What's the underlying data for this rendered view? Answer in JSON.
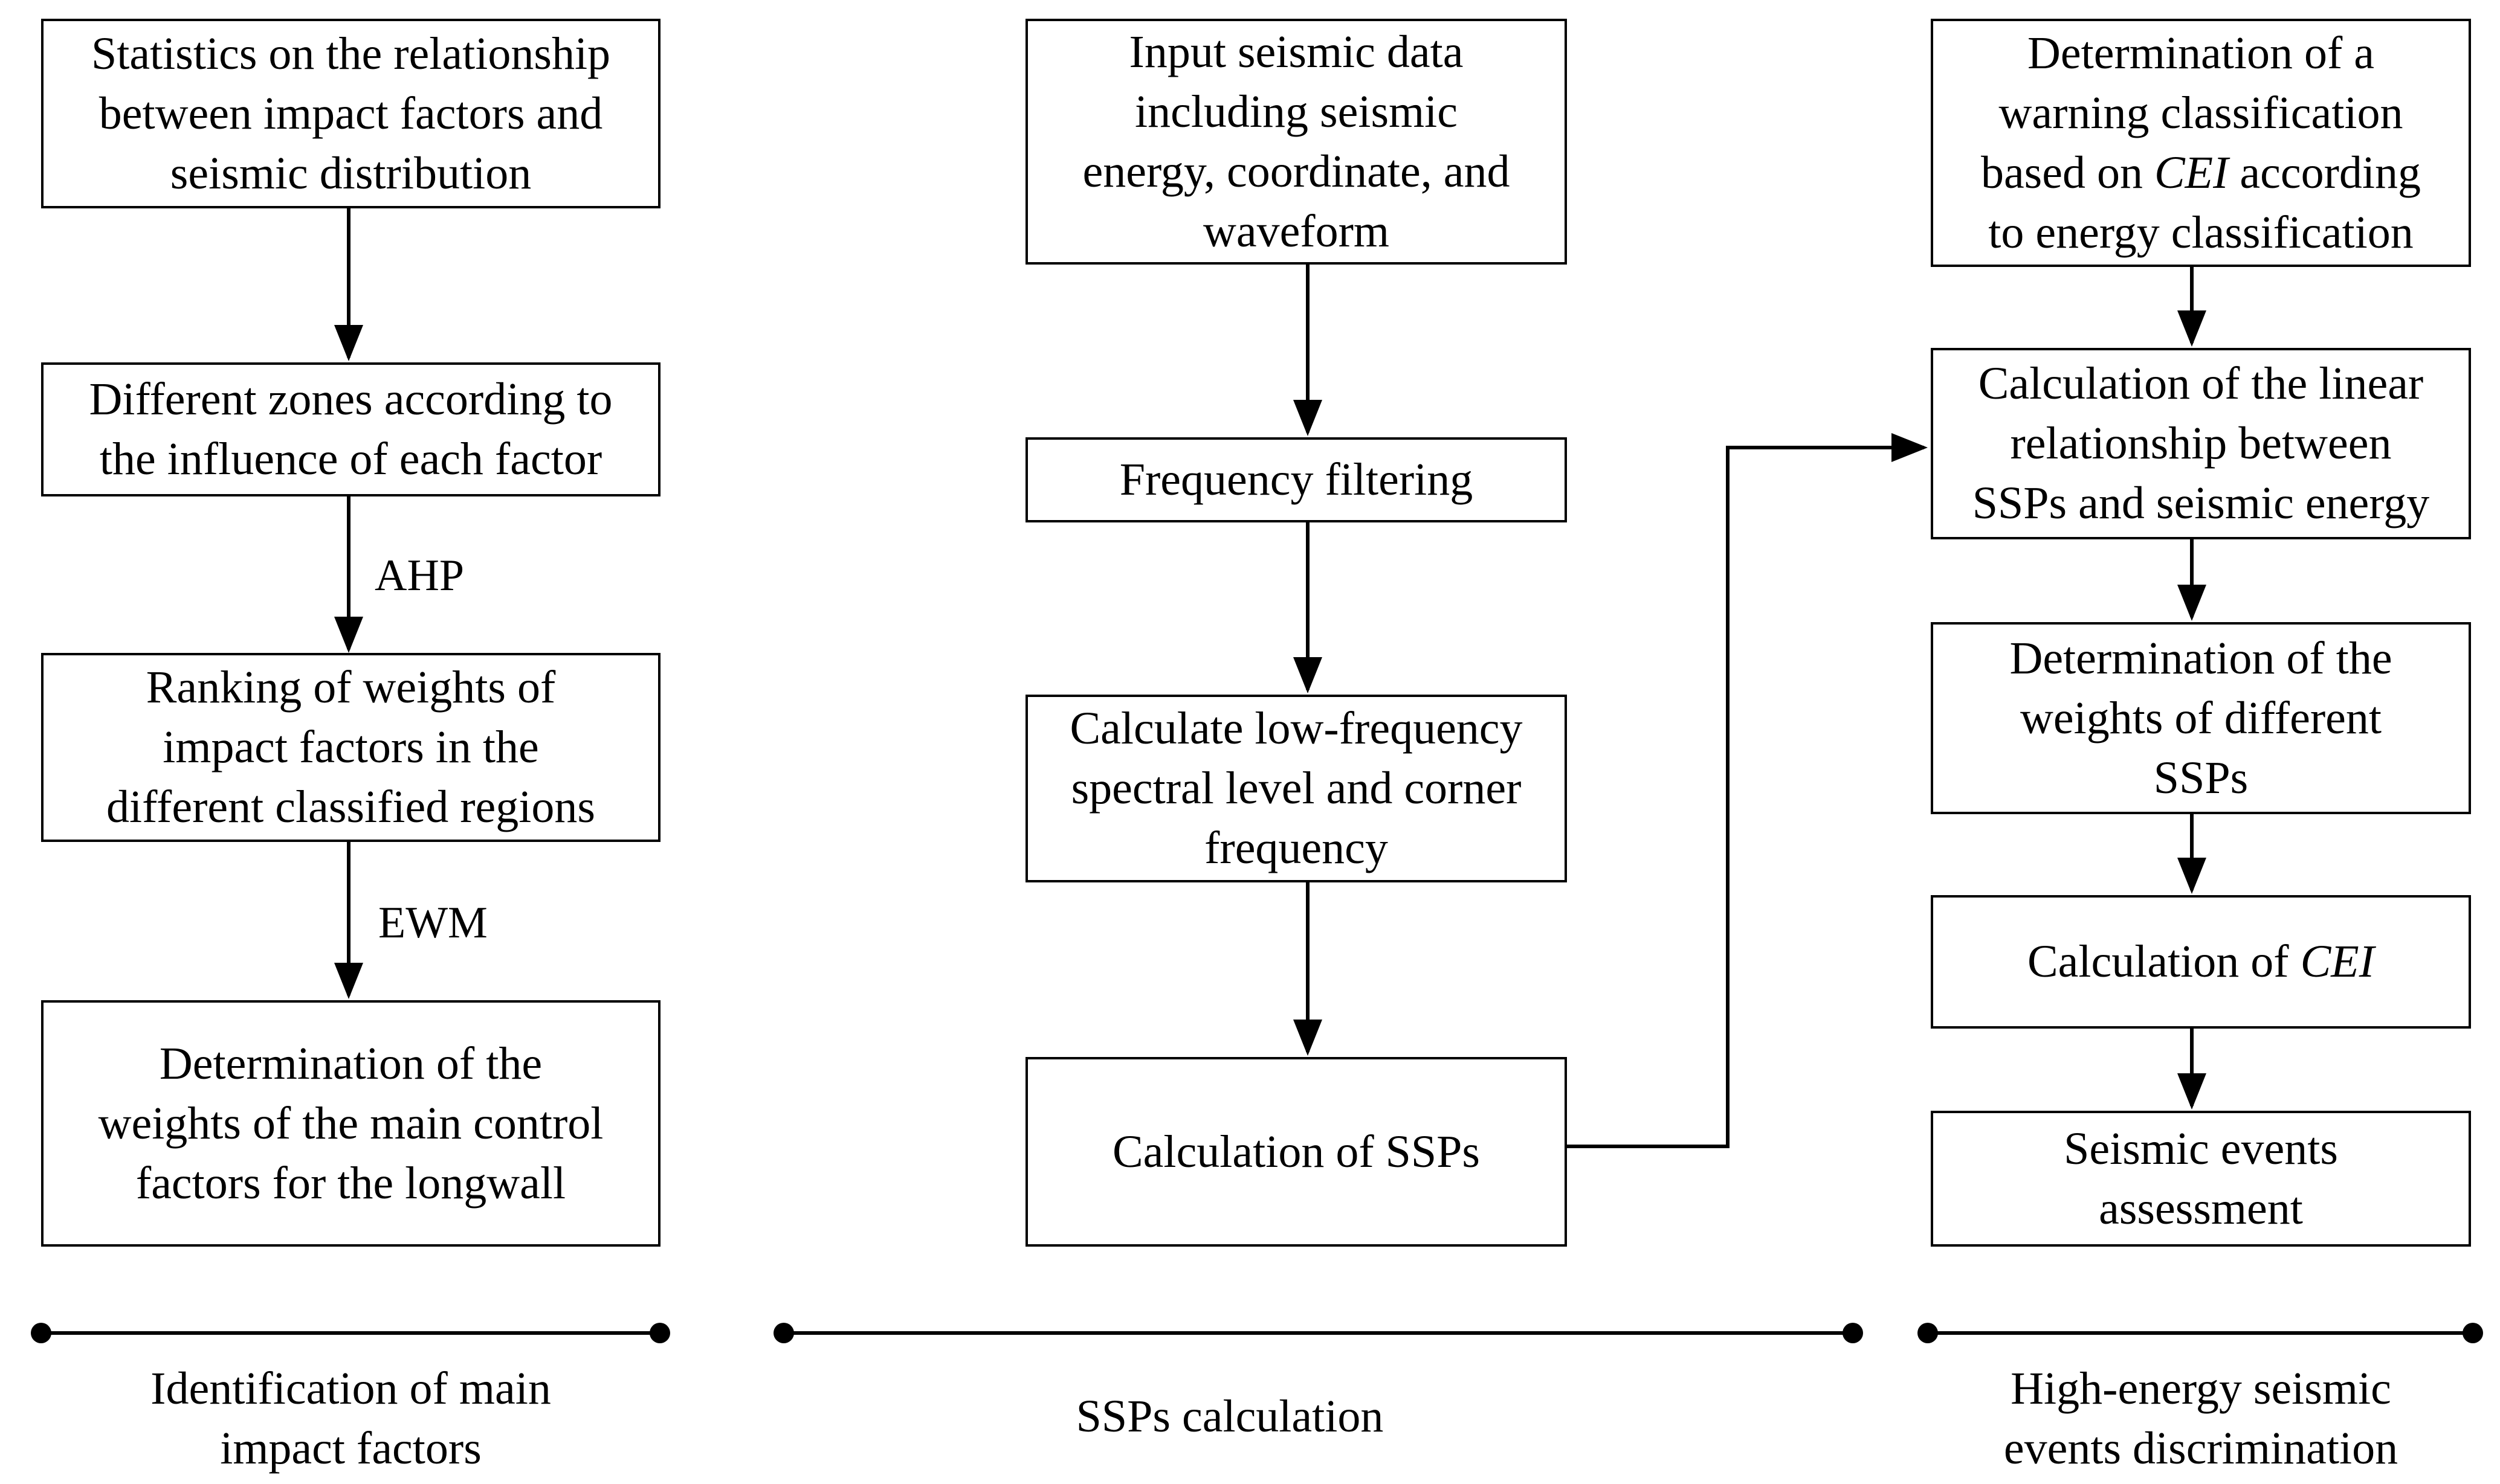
{
  "columns": [
    {
      "phase_label": "Identification of main\nimpact factors",
      "boxes": [
        {
          "text": "Statistics on the relationship\nbetween impact factors and\nseismic distribution"
        },
        {
          "text": "Different zones according to\nthe  influence of each factor"
        },
        {
          "text": "Ranking of weights of\nimpact factors in the\ndifferent classified regions"
        },
        {
          "text": "Determination of the\nweights of the main control\nfactors for the longwall"
        }
      ],
      "edge_labels": [
        "AHP",
        "EWM"
      ]
    },
    {
      "phase_label": "SSPs calculation",
      "boxes": [
        {
          "text": "Input seismic data\nincluding seismic\nenergy, coordinate, and\nwaveform"
        },
        {
          "text": "Frequency filtering"
        },
        {
          "text": "Calculate low-frequency\nspectral level and corner\nfrequency"
        },
        {
          "text": "Calculation of SSPs"
        }
      ]
    },
    {
      "phase_label": "High-energy seismic\nevents discrimination",
      "boxes": [
        {
          "pre": "Determination of a\nwarning classification\nbased on ",
          "em": "CEI",
          "post": " according\nto energy classification"
        },
        {
          "text": "Calculation of the linear\nrelationship between\nSSPs and seismic energy"
        },
        {
          "text": "Determination of the\nweights of different\nSSPs"
        },
        {
          "pre": "Calculation of ",
          "em": "CEI",
          "post": ""
        },
        {
          "text": "Seismic events\nassessment"
        }
      ]
    }
  ]
}
